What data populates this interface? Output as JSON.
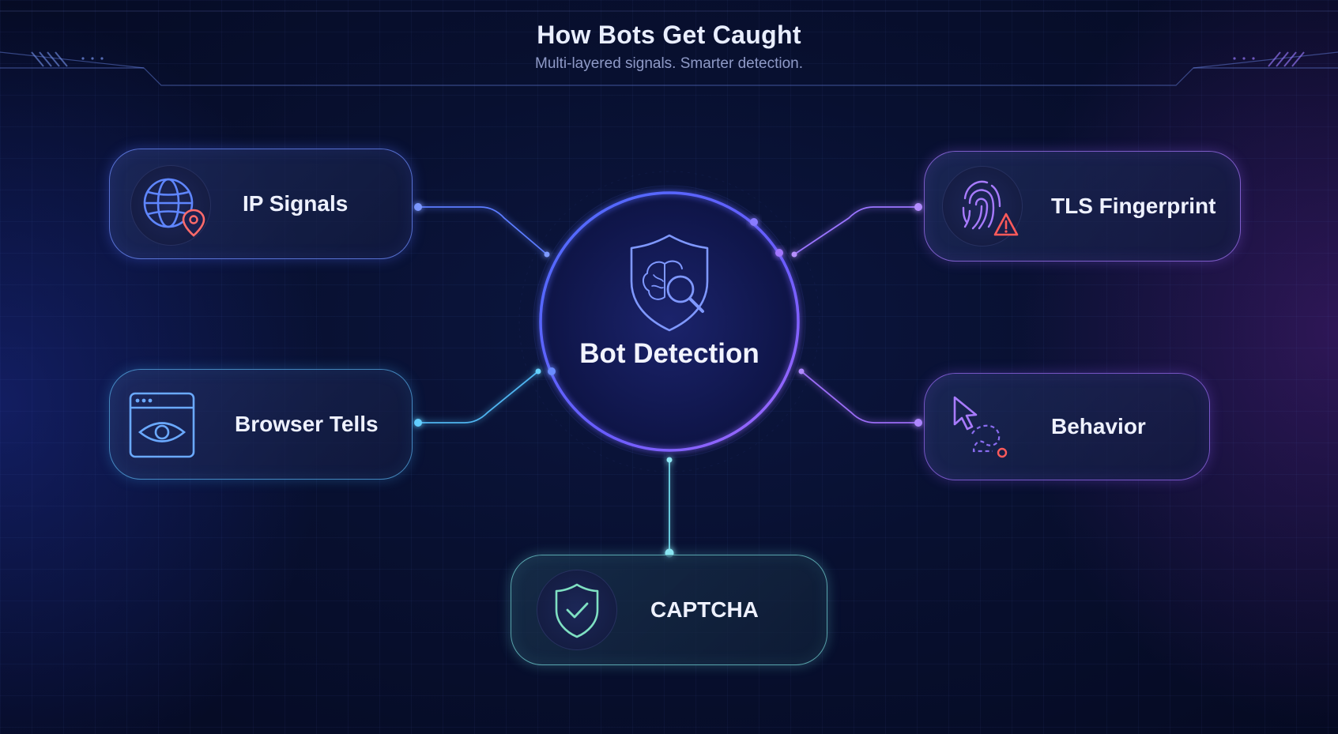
{
  "header": {
    "title": "How Bots Get Caught",
    "subtitle": "Multi-layered signals. Smarter detection."
  },
  "hub": {
    "label": "Bot Detection",
    "icon": "shield-brain-magnifier-icon"
  },
  "signals": {
    "ip": {
      "label": "IP Signals",
      "icon": "globe-location-pin-icon"
    },
    "browser": {
      "label": "Browser Tells",
      "icon": "browser-eye-icon"
    },
    "tls": {
      "label": "TLS Fingerprint",
      "icon": "fingerprint-warning-icon"
    },
    "behavior": {
      "label": "Behavior",
      "icon": "cursor-path-icon"
    },
    "captcha": {
      "label": "CAPTCHA",
      "icon": "shield-check-icon"
    }
  },
  "colors": {
    "background": "#081030",
    "blue_accent": "#4f7bff",
    "cyan_accent": "#5fd3f0",
    "purple_accent": "#a77bff",
    "teal_accent": "#7fe0d6",
    "warning_red": "#ff5a5a"
  }
}
